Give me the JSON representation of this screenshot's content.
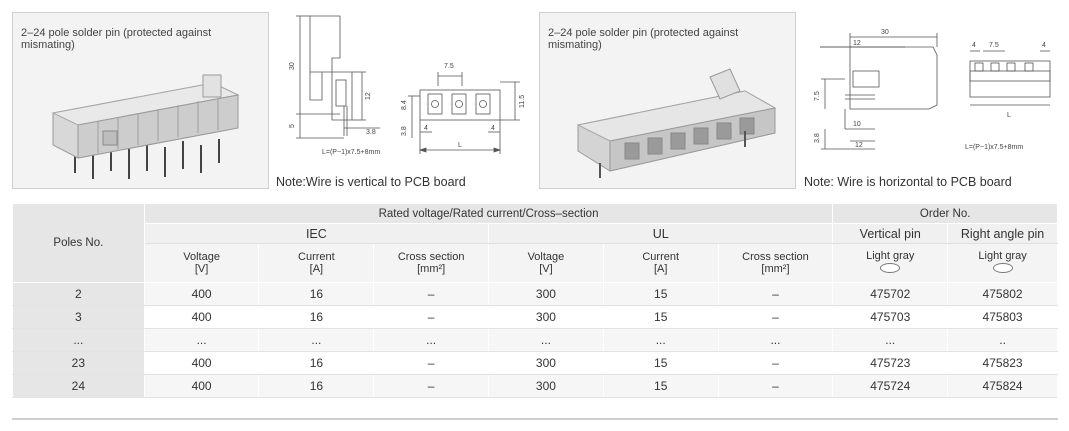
{
  "products": [
    {
      "title": "2–24 pole solder pin (protected against mismating)",
      "note": "Note:Wire is vertical to PCB board",
      "formula": "L=(P−1)x7.5+8mm",
      "dims": {
        "d30": "30",
        "d5": "5",
        "d12": "12",
        "d38": "3.8",
        "d75": "7.5",
        "d84": "8.4",
        "d115": "11.5",
        "d4a": "4",
        "d4b": "4",
        "d38b": "3.8",
        "dL": "L"
      }
    },
    {
      "title": "2–24 pole solder pin (protected against mismating)",
      "note": "Note: Wire is horizontal to PCB board",
      "formula": "L=(P−1)x7.5+8mm",
      "dims": {
        "d30": "30",
        "d12a": "12",
        "d75": "7.5",
        "d10": "10",
        "d38": "3.8",
        "d12b": "12",
        "d4a": "4",
        "d75b": "7.5",
        "d4b": "4",
        "dL": "L"
      }
    }
  ],
  "table": {
    "poles_header": "Poles No.",
    "rated_header": "Rated voltage/Rated current/Cross–section",
    "order_header": "Order No.",
    "iec": "IEC",
    "ul": "UL",
    "vertical_pin": "Vertical pin",
    "right_angle_pin": "Right angle pin",
    "col_voltage": "Voltage",
    "unit_v": "[V]",
    "col_current": "Current",
    "unit_a": "[A]",
    "col_cross": "Cross section",
    "unit_mm": "[mm²]",
    "light_gray": "Light gray",
    "rows": [
      {
        "poles": "2",
        "iec_v": "400",
        "iec_a": "16",
        "iec_cs": "–",
        "ul_v": "300",
        "ul_a": "15",
        "ul_cs": "–",
        "vertical": "475702",
        "right": "475802"
      },
      {
        "poles": "3",
        "iec_v": "400",
        "iec_a": "16",
        "iec_cs": "–",
        "ul_v": "300",
        "ul_a": "15",
        "ul_cs": "–",
        "vertical": "475703",
        "right": "475803"
      },
      {
        "poles": "...",
        "iec_v": "...",
        "iec_a": "...",
        "iec_cs": "...",
        "ul_v": "...",
        "ul_a": "...",
        "ul_cs": "...",
        "vertical": "...",
        "right": ".."
      },
      {
        "poles": "23",
        "iec_v": "400",
        "iec_a": "16",
        "iec_cs": "–",
        "ul_v": "300",
        "ul_a": "15",
        "ul_cs": "–",
        "vertical": "475723",
        "right": "475823"
      },
      {
        "poles": "24",
        "iec_v": "400",
        "iec_a": "16",
        "iec_cs": "–",
        "ul_v": "300",
        "ul_a": "15",
        "ul_cs": "–",
        "vertical": "475724",
        "right": "475824"
      }
    ]
  }
}
